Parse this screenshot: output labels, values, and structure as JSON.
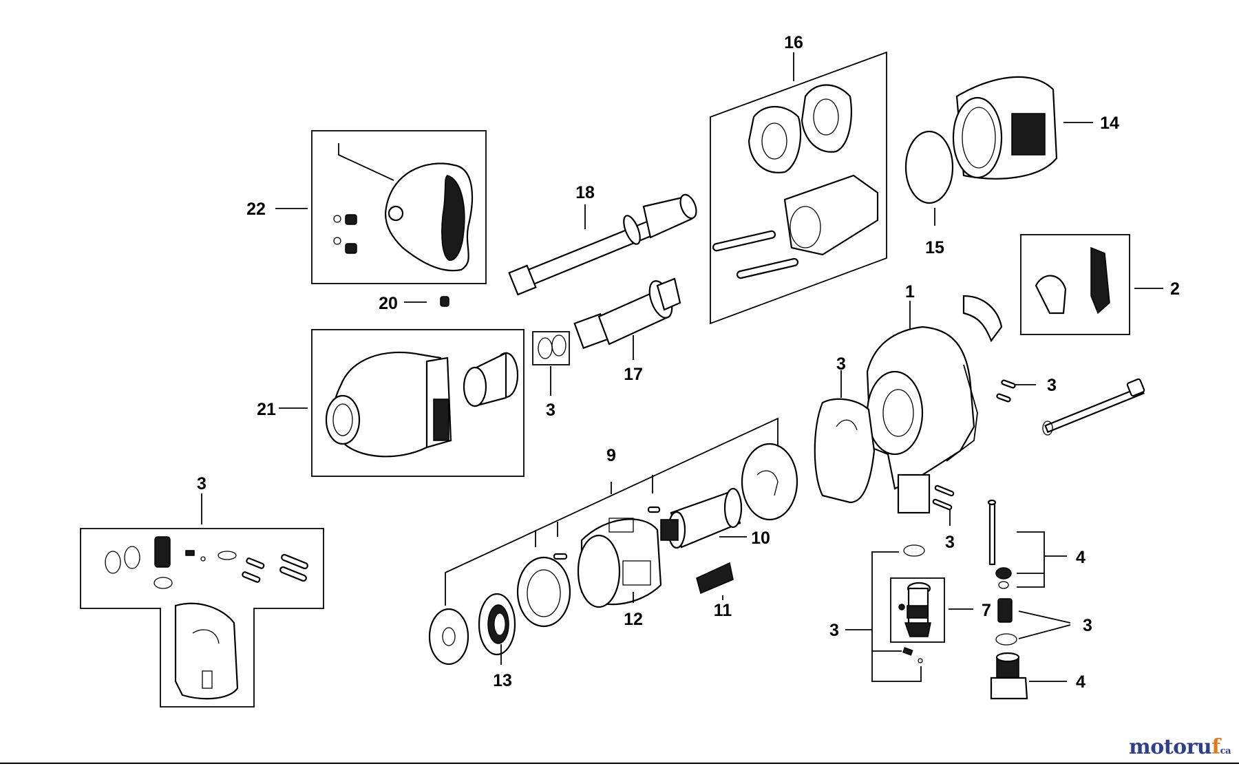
{
  "diagram": {
    "callouts": {
      "c1": "1",
      "c2": "2",
      "c3a": "3",
      "c3b": "3",
      "c3c": "3",
      "c3d": "3",
      "c3e": "3",
      "c3f": "3",
      "c3g": "3",
      "c4a": "4",
      "c4b": "4",
      "c7": "7",
      "c9": "9",
      "c10": "10",
      "c11": "11",
      "c12": "12",
      "c13": "13",
      "c14": "14",
      "c15": "15",
      "c16": "16",
      "c17": "17",
      "c18": "18",
      "c20": "20",
      "c21": "21",
      "c22": "22"
    }
  },
  "watermark": {
    "part1": "motoru",
    "part2": "f",
    "part3": "ca"
  }
}
